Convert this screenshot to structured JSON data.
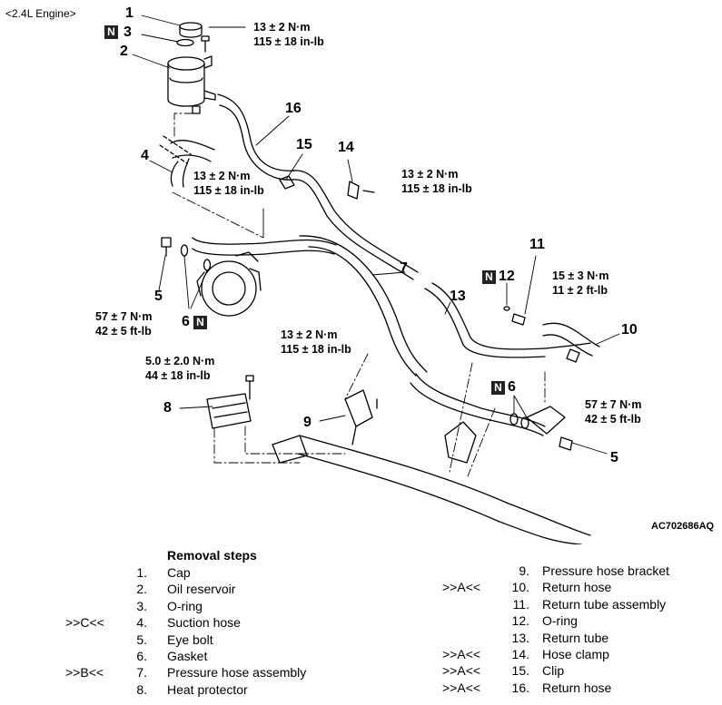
{
  "header": {
    "engine": "<2.4L Engine>"
  },
  "figure_code": "AC702686AQ",
  "callouts": {
    "c1": "1",
    "c2": "2",
    "c3": "3",
    "c4": "4",
    "c5a": "5",
    "c5b": "5",
    "c6a": "6",
    "c6b": "6",
    "c7": "7",
    "c8": "8",
    "c9": "9",
    "c10": "10",
    "c11": "11",
    "c12": "12",
    "c13": "13",
    "c14": "14",
    "c15": "15",
    "c16": "16"
  },
  "new_part_mark": "N",
  "torques": {
    "t1": "13 ± 2 N·m\n115 ± 18 in-lb",
    "t2": "13 ± 2 N·m\n115 ± 18 in-lb",
    "t3": "13 ± 2 N·m\n115 ± 18 in-lb",
    "t4": "57 ± 7 N·m\n42 ± 5 ft-lb",
    "t5": "15 ± 3 N·m\n11 ± 2 ft-lb",
    "t6": "13 ± 2 N·m\n115 ± 18 in-lb",
    "t7": "5.0 ± 2.0 N·m\n44 ± 18 in-lb",
    "t8": "57 ± 7 N·m\n42 ± 5 ft-lb"
  },
  "removal": {
    "title": "Removal steps",
    "left": [
      {
        "mark": "",
        "num": "1.",
        "name": "Cap"
      },
      {
        "mark": "",
        "num": "2.",
        "name": "Oil reservoir"
      },
      {
        "mark": "",
        "num": "3.",
        "name": "O-ring"
      },
      {
        "mark": ">>C<<",
        "num": "4.",
        "name": "Suction hose"
      },
      {
        "mark": "",
        "num": "5.",
        "name": "Eye bolt"
      },
      {
        "mark": "",
        "num": "6.",
        "name": "Gasket"
      },
      {
        "mark": ">>B<<",
        "num": "7.",
        "name": "Pressure hose assembly"
      },
      {
        "mark": "",
        "num": "8.",
        "name": "Heat protector"
      }
    ],
    "right": [
      {
        "mark": "",
        "num": "9.",
        "name": "Pressure hose bracket"
      },
      {
        "mark": ">>A<<",
        "num": "10.",
        "name": "Return hose"
      },
      {
        "mark": "",
        "num": "11.",
        "name": "Return tube assembly"
      },
      {
        "mark": "",
        "num": "12.",
        "name": "O-ring"
      },
      {
        "mark": "",
        "num": "13.",
        "name": "Return tube"
      },
      {
        "mark": ">>A<<",
        "num": "14.",
        "name": "Hose clamp"
      },
      {
        "mark": ">>A<<",
        "num": "15.",
        "name": "Clip"
      },
      {
        "mark": ">>A<<",
        "num": "16.",
        "name": "Return hose"
      }
    ]
  }
}
